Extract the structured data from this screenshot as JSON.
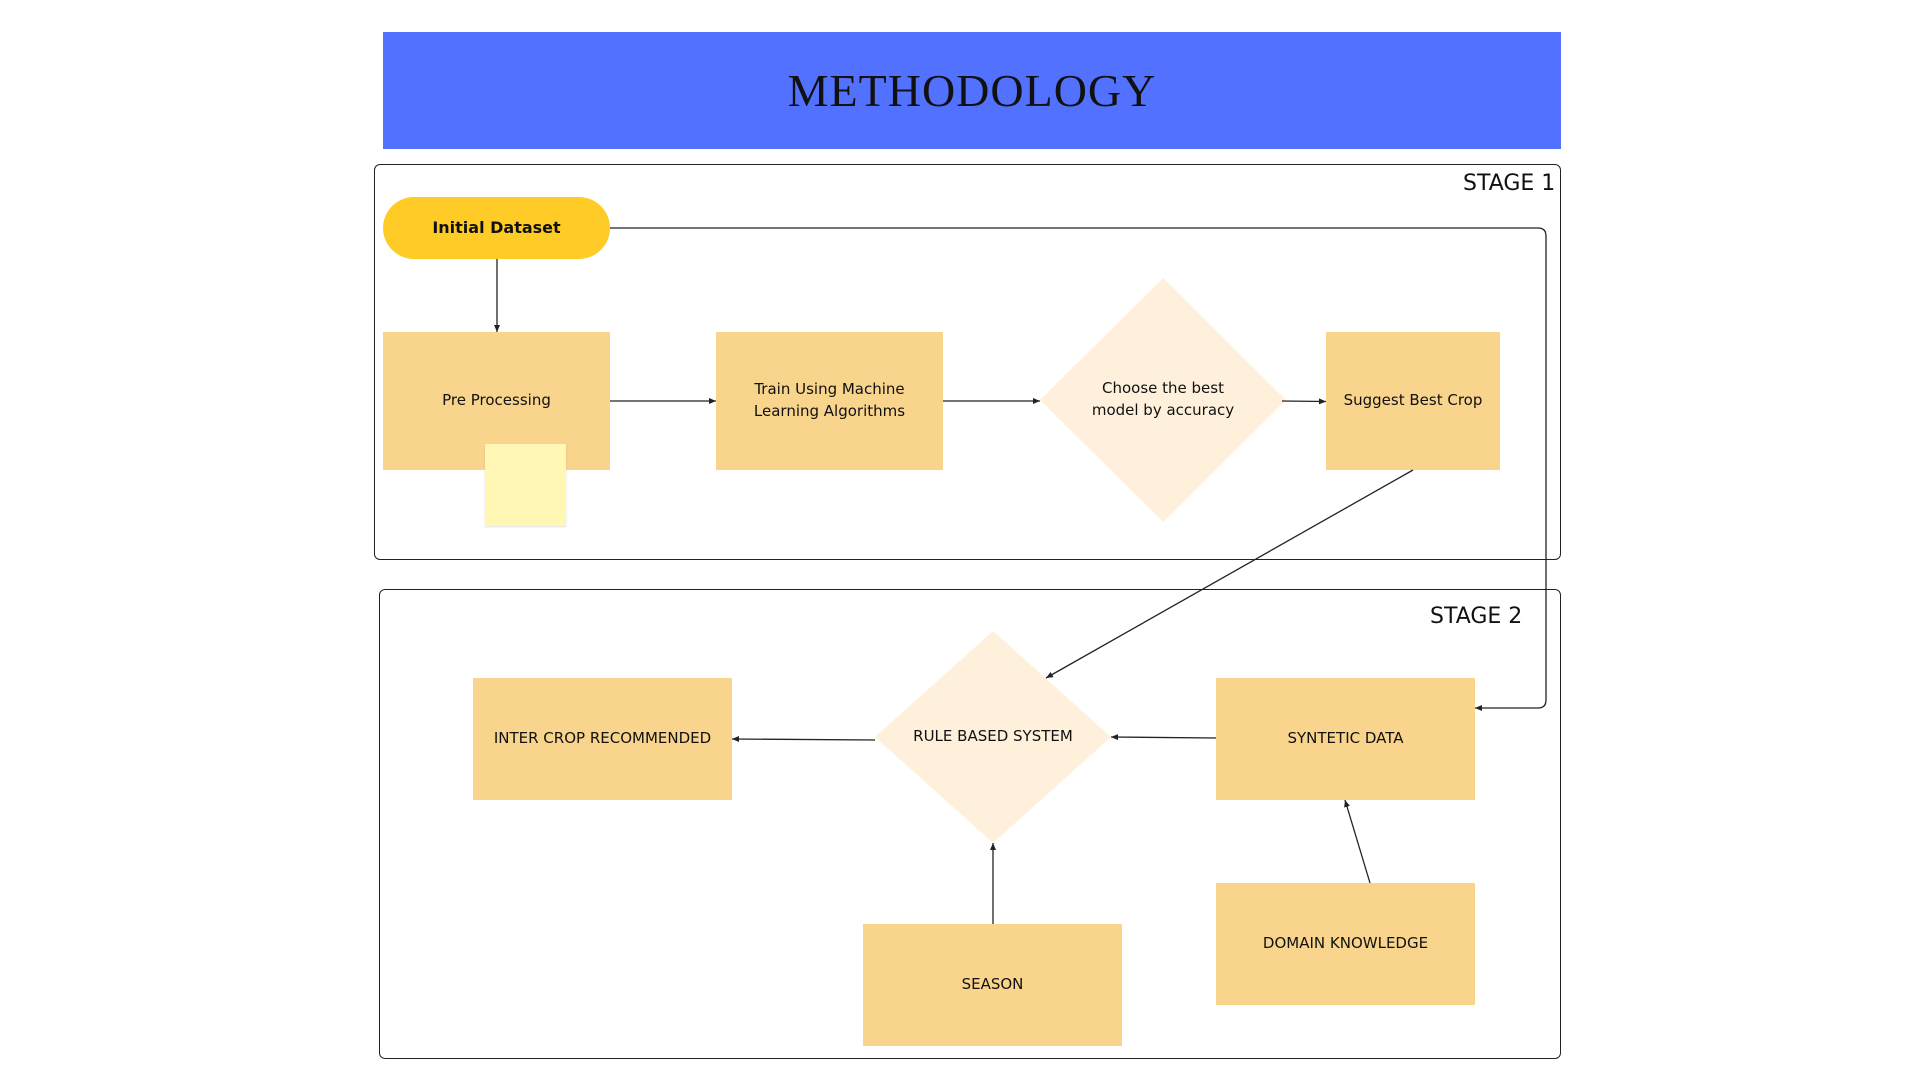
{
  "title": "METHODOLOGY",
  "colors": {
    "banner": "#5271ff",
    "start_node": "#ffcc27",
    "process_node": "#f9d48c",
    "decision_node": "#fff0dc",
    "sticky_note": "#fff7b3"
  },
  "stage1": {
    "label": "STAGE 1",
    "nodes": {
      "initial_dataset": "Initial Dataset",
      "pre_processing": "Pre Processing",
      "train": "Train Using Machine Learning Algorithms",
      "choose_model": "Choose the best model by accuracy",
      "suggest_crop": "Suggest Best Crop"
    }
  },
  "stage2": {
    "label": "STAGE 2",
    "nodes": {
      "inter_crop": "INTER CROP RECOMMENDED",
      "rule_based": "RULE BASED SYSTEM",
      "synthetic_data": "SYNTETIC DATA",
      "season": "SEASON",
      "domain_knowledge": "DOMAIN KNOWLEDGE"
    }
  }
}
